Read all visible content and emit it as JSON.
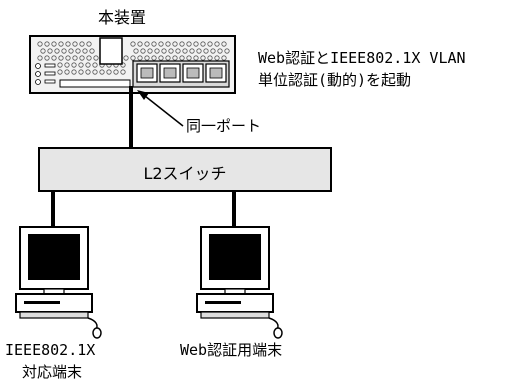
{
  "device": {
    "title": "本装置",
    "annotation_line1": "Web認証とIEEE802.1X VLAN",
    "annotation_line2": "単位認証(動的)を起動",
    "port_label": "同一ポート"
  },
  "switch": {
    "label": "L2スイッチ"
  },
  "terminals": [
    {
      "label_line1": "IEEE802.1X",
      "label_line2": "対応端末"
    },
    {
      "label_line1": "Web認証用端末"
    }
  ]
}
